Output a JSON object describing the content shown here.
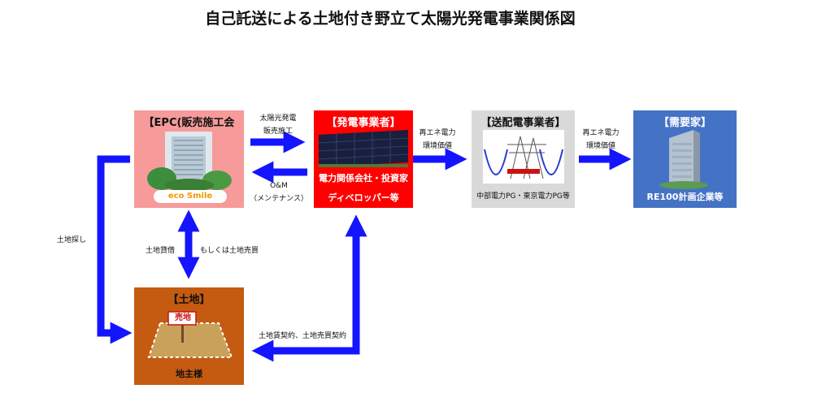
{
  "title": "自己託送による土地付き野立て太陽光発電事業関係図",
  "boxes": {
    "epc": {
      "header": "【EPC(販売施工会社)】",
      "logo_text": "eco Smile"
    },
    "power_producer": {
      "header": "【発電事業者】",
      "line1": "電力関係会社・投資家",
      "line2": "ディベロッパー等"
    },
    "transmission": {
      "header": "【送配電事業者】",
      "caption": "中部電力PG・東京電力PG等"
    },
    "consumer": {
      "header": "【需要家】",
      "caption": "RE100計画企業等"
    },
    "land": {
      "header": "【土地】",
      "sign": "売地",
      "caption": "地主様"
    }
  },
  "labels": {
    "sale_construction_1": "太陽光発電",
    "sale_construction_2": "販売施工",
    "om_1": "O&M",
    "om_2": "（メンテナンス）",
    "renew_1a": "再エネ電力",
    "renew_1b": "環境価値",
    "renew_2a": "再エネ電力",
    "renew_2b": "環境価値",
    "land_search": "土地探し",
    "land_lease": "土地貸借",
    "land_sale": "もしくは土地売買",
    "land_contract": "土地賃契約、土地売買契約"
  },
  "colors": {
    "arrow": "#1414ff",
    "epc_bg": "#f69a9a",
    "producer_bg": "#ff0000",
    "transmission_bg": "#d9d9d9",
    "consumer_bg": "#4472c4",
    "land_bg": "#c55a11"
  }
}
